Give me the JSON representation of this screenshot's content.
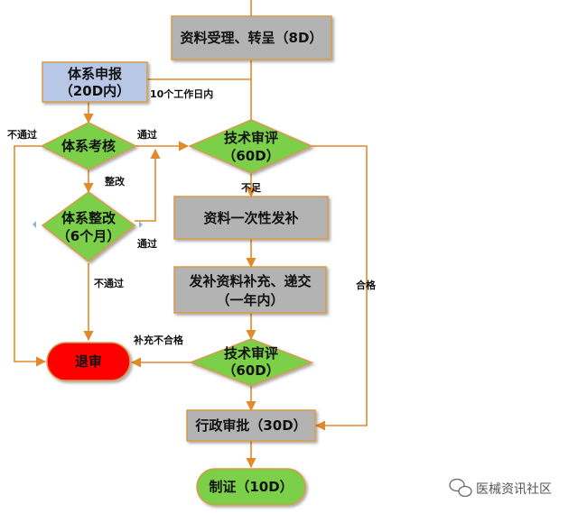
{
  "colors": {
    "gray_fill": "#b3b3b3",
    "gray_stroke": "#d79a4a",
    "blue_fill": "#b9c7e6",
    "blue_stroke": "#d79a4a",
    "green_fill": "#7bd04a",
    "green_stroke": "#d79a4a",
    "red_fill": "#ff0000",
    "red_stroke": "#d79a4a",
    "arrow": "#e08a2b"
  },
  "nodes": {
    "accept": {
      "text": "资料受理、转呈（8D）"
    },
    "system_apply": {
      "line1": "体系申报",
      "line2": "（20D内）"
    },
    "system_review": {
      "text": "体系考核"
    },
    "system_rectify": {
      "line1": "体系整改",
      "line2": "（6个月）"
    },
    "tech_review1": {
      "line1": "技术审评",
      "line2": "（60D）"
    },
    "supplement_once": {
      "text": "资料一次性发补"
    },
    "supplement_submit": {
      "line1": "发补资料补充、递交",
      "line2": "（一年内）"
    },
    "tech_review2": {
      "line1": "技术审评",
      "line2": "（60D）"
    },
    "reject": {
      "text": "退审"
    },
    "admin_approve": {
      "text": "行政审批（30D）"
    },
    "certify": {
      "text": "制证（10D）"
    }
  },
  "labels": {
    "ten_days": "10个工作日内",
    "not_pass_left": "不通过",
    "pass_top": "通过",
    "rectify": "整改",
    "pass_rectify": "通过",
    "not_pass_bottom": "不通过",
    "not_ok": "不足",
    "qualified": "合格",
    "supplement_fail": "补充不合格"
  },
  "watermark": {
    "text": "医械资讯社区",
    "icon": "wechat-icon"
  }
}
